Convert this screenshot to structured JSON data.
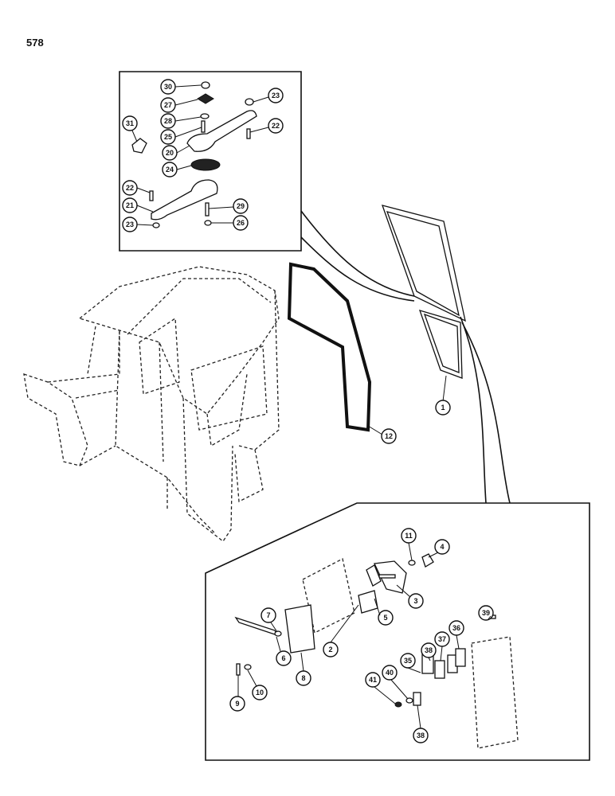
{
  "page": {
    "number": "578"
  },
  "callouts": {
    "c30": "30",
    "c27": "27",
    "c28": "28",
    "c25": "25",
    "c23a": "23",
    "c22a": "22",
    "c31": "31",
    "c20": "20",
    "c24": "24",
    "c22b": "22",
    "c21": "21",
    "c29": "29",
    "c23b": "23",
    "c26": "26",
    "c1": "1",
    "c12": "12",
    "c11": "11",
    "c4": "4",
    "c3": "3",
    "c5": "5",
    "c7": "7",
    "c2": "2",
    "c39": "39",
    "c37": "37",
    "c36": "36",
    "c38a": "38",
    "c35": "35",
    "c6": "6",
    "c8": "8",
    "c40": "40",
    "c41": "41",
    "c9": "9",
    "c10": "10",
    "c38b": "38"
  }
}
